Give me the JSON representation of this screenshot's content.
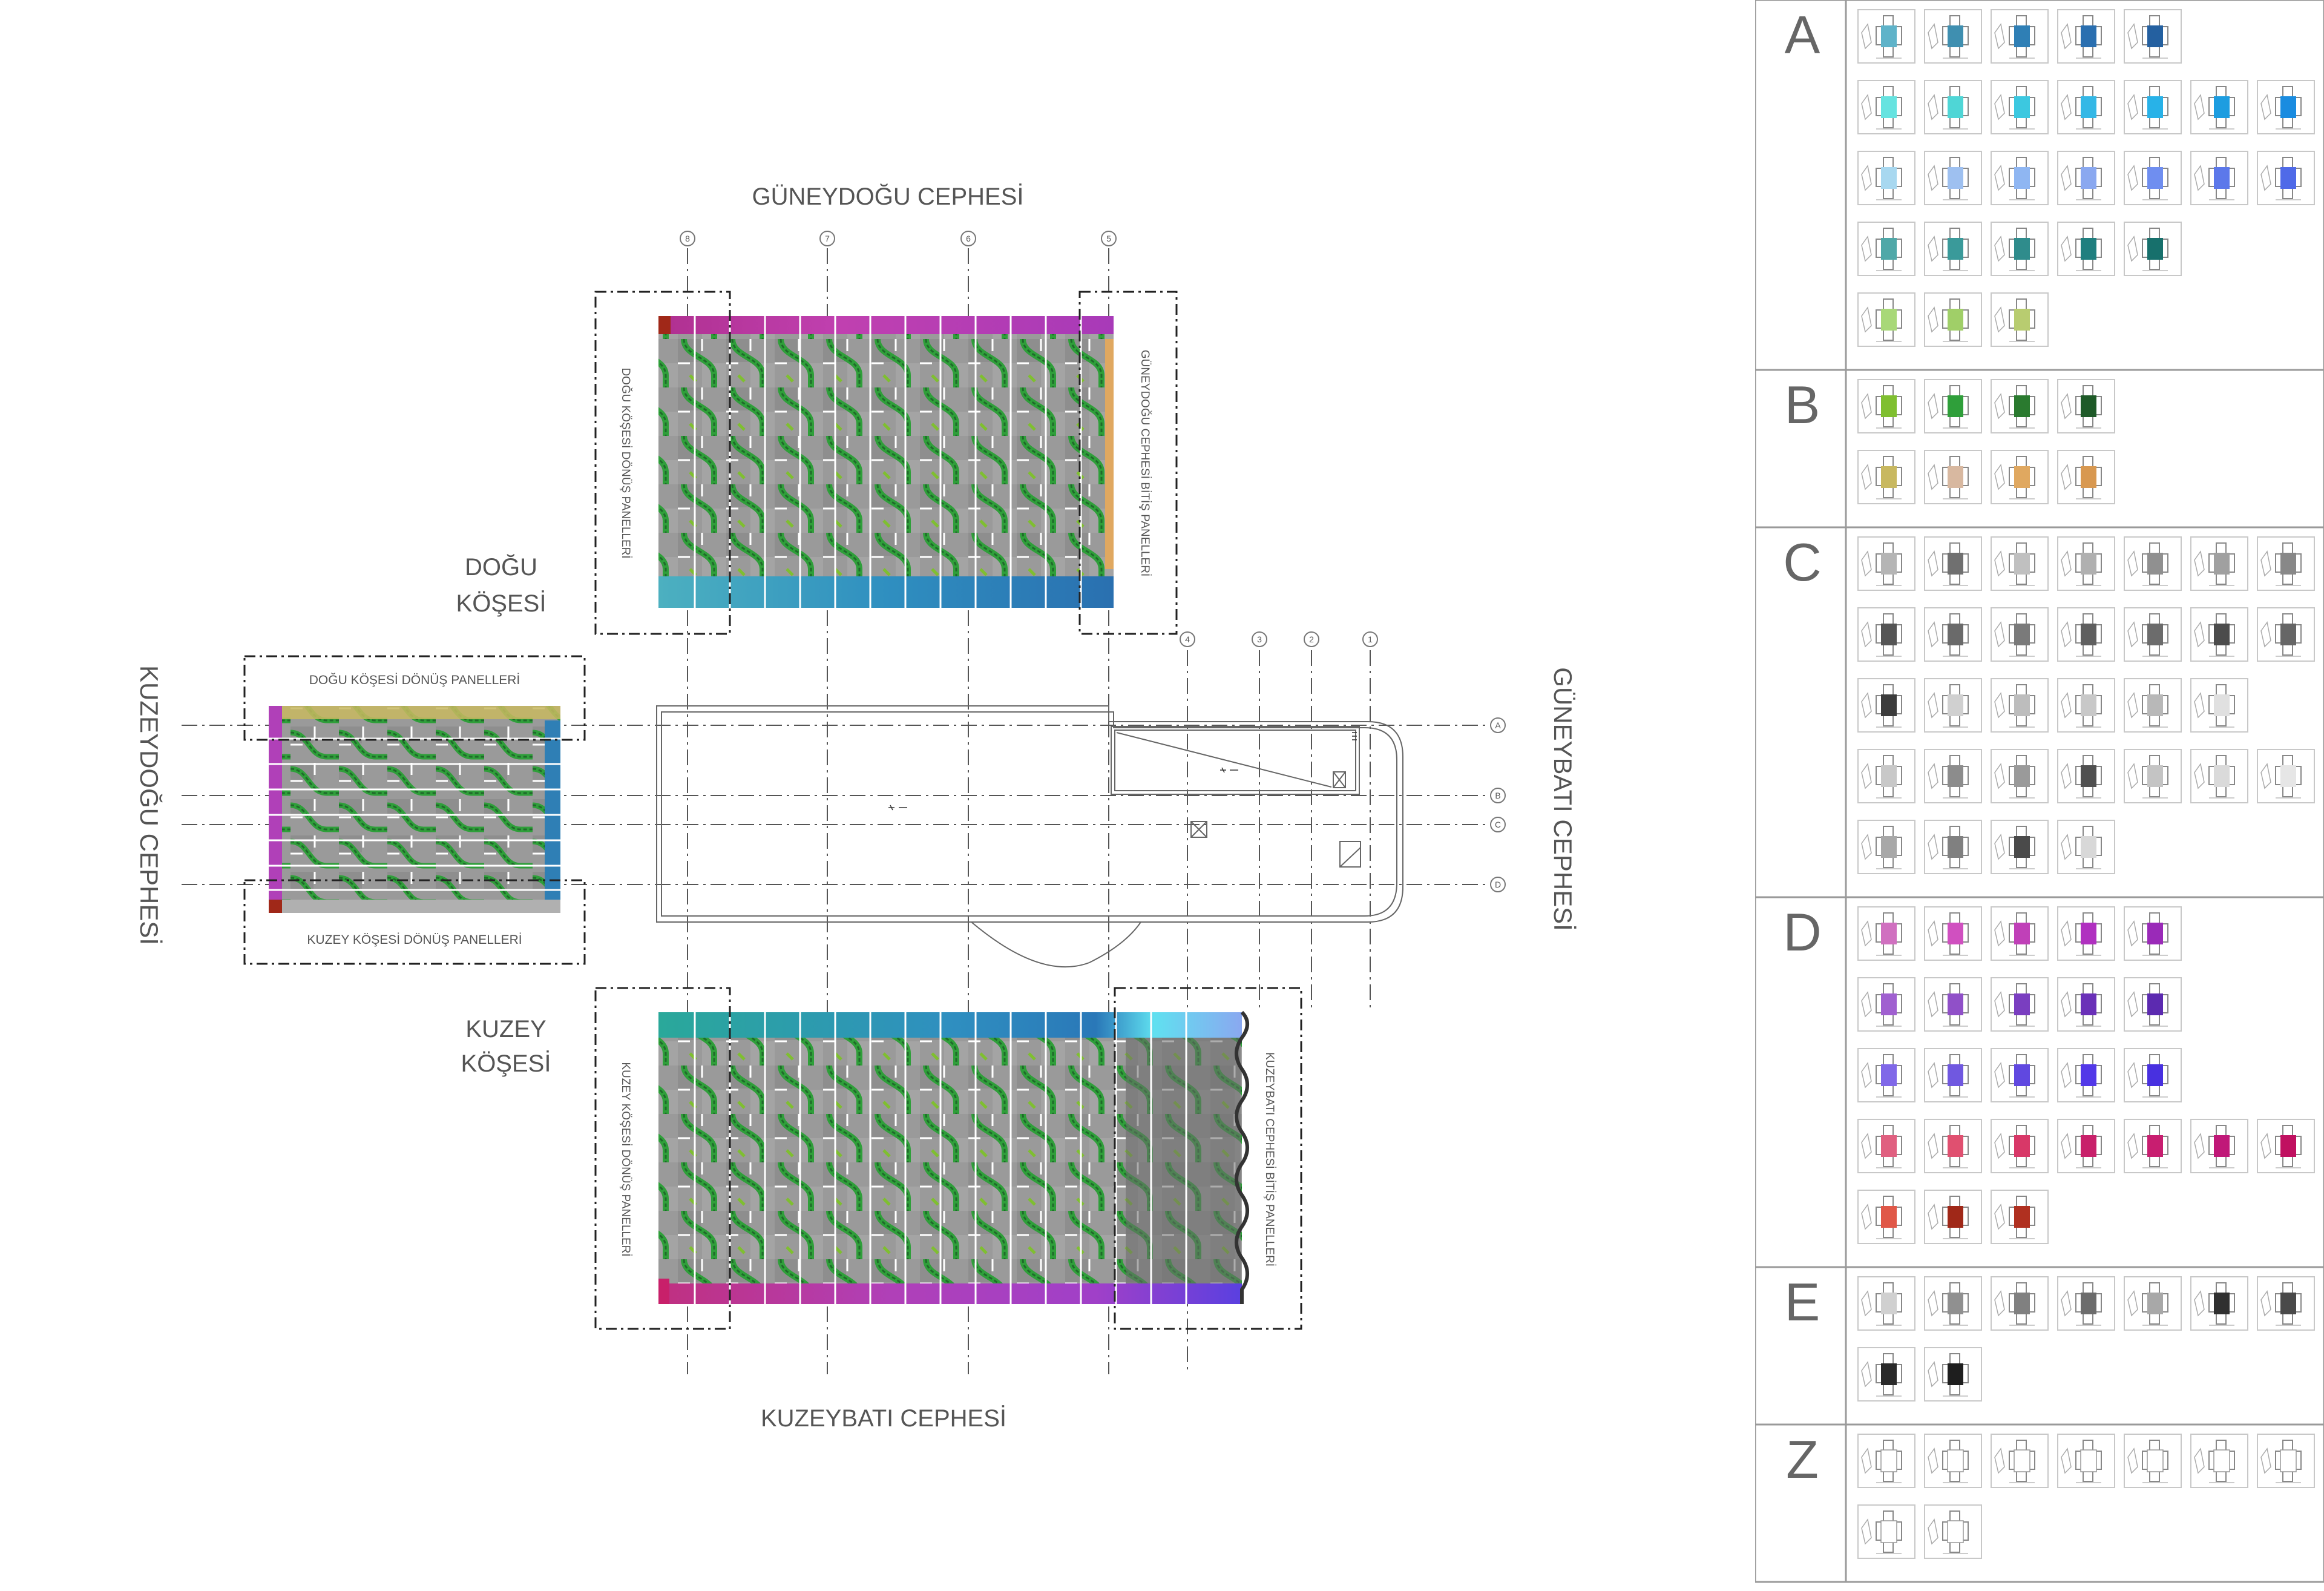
{
  "labels": {
    "southeast_facade": "GÜNEYDOĞU CEPHESİ",
    "northwest_facade": "KUZEYBATI CEPHESİ",
    "northeast_facade": "KUZEYDOĞU CEPHESİ",
    "southwest_facade": "GÜNEYBATI CEPHESİ",
    "east_corner_line1": "DOĞU",
    "east_corner_line2": "KÖŞESİ",
    "north_corner_line1": "KUZEY",
    "north_corner_line2": "KÖŞESİ",
    "east_corner_return_panels": "DOĞU KÖŞESİ DÖNÜŞ PANELLERİ",
    "north_corner_return_panels": "KUZEY KÖŞESİ DÖNÜŞ PANELLERİ",
    "southeast_end_panels": "GÜNEYDOĞU CEPHESİ BİTİŞ PANELLERİ",
    "northwest_end_panels": "KUZEYBATI CEPHESİ BİTİŞ PANELLERİ"
  },
  "grid": {
    "columns": [
      "8",
      "7",
      "6",
      "5",
      "4",
      "3",
      "2",
      "1"
    ],
    "rows": [
      "A",
      "B",
      "C",
      "D"
    ]
  },
  "legend": {
    "groups": [
      {
        "letter": "A",
        "rows": [
          [
            "#5fb3c9",
            "#3f8fb0",
            "#2f7fb5",
            "#2a6fb0",
            "#2460a0"
          ],
          [
            "#66e3e0",
            "#4fd6d6",
            "#3cc8e0",
            "#34b8e6",
            "#28b2e8",
            "#1d9de0",
            "#1a8ce0"
          ],
          [
            "#a8d8f0",
            "#9ec0f0",
            "#8fb6f2",
            "#8aa8f0",
            "#6f8ef0",
            "#5c78ea",
            "#4f6ae8"
          ],
          [
            "#4fa8a8",
            "#3a9a9a",
            "#2f8c8c",
            "#1f7f7f",
            "#17706c"
          ],
          [
            "#a8d878",
            "#a0cf68",
            "#b8cc70"
          ]
        ]
      },
      {
        "letter": "B",
        "rows": [
          [
            "#7fbf30",
            "#2f9f3a",
            "#2a7a2f",
            "#1e5a28"
          ],
          [
            "#c8b860",
            "#d8b8a0",
            "#e0a860",
            "#d89850"
          ]
        ]
      },
      {
        "letter": "C",
        "rows": [
          [
            "#b5b5b5",
            "#707070",
            "#c0c0c0",
            "#b0b0b0",
            "#909090",
            "#a0a0a0",
            "#888888"
          ],
          [
            "#555555",
            "#6a6a6a",
            "#7a7a7a",
            "#5f5f5f",
            "#6c6c6c",
            "#4c4c4c",
            "#666666"
          ],
          [
            "#3c3c3c",
            "#d0d0d0",
            "#bdbdbd",
            "#c8c8c8",
            "#b8b8b8",
            "#e0e0e0"
          ],
          [
            "#c8c8c8",
            "#8c8c8c",
            "#9a9a9a",
            "#505050",
            "#c4c4c4",
            "#dadada",
            "#e6e6e6"
          ],
          [
            "#a8a8a8",
            "#808080",
            "#4a4a4a",
            "#d8d8d8"
          ]
        ]
      },
      {
        "letter": "D",
        "rows": [
          [
            "#d070c0",
            "#d050c0",
            "#c040b8",
            "#b030c0",
            "#9a2ab8"
          ],
          [
            "#a060d0",
            "#9050c8",
            "#7a3ec0",
            "#6a30b8",
            "#5c2ab0"
          ],
          [
            "#8068e8",
            "#7058e0",
            "#6048e0",
            "#5238e8",
            "#4830e0"
          ],
          [
            "#e06080",
            "#e05070",
            "#d83868",
            "#c8206a",
            "#c81e70",
            "#c01878",
            "#c01060"
          ],
          [
            "#e05848",
            "#a02818",
            "#b03020"
          ]
        ]
      },
      {
        "letter": "E",
        "rows": [
          [
            "#d0d0d0",
            "#909090",
            "#808080",
            "#6c6c6c",
            "#a8a8a8",
            "#303030",
            "#4a4a4a"
          ],
          [
            "#2a2a2a",
            "#1e1e1e"
          ]
        ]
      },
      {
        "letter": "Z",
        "rows": [
          [
            "#ffffff",
            "#ffffff",
            "#ffffff",
            "#ffffff",
            "#ffffff",
            "#ffffff",
            "#ffffff"
          ],
          [
            "#ffffff",
            "#ffffff"
          ]
        ]
      }
    ]
  }
}
